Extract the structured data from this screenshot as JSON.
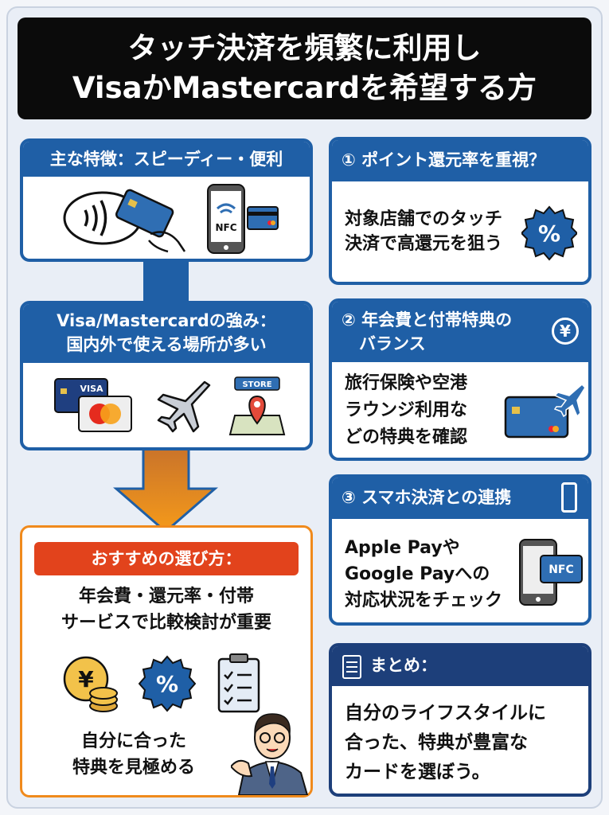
{
  "title": {
    "line1": "タッチ決済を頻繁に利用し",
    "line2": "VisaかMastercardを希望する方"
  },
  "left": {
    "feature": {
      "header": "主な特徴：スピーディー・便利",
      "nfc_label": "NFC"
    },
    "strength": {
      "header_line1": "Visa/Mastercardの強み：",
      "header_line2": "国内外で使える場所が多い",
      "visa_label": "VISA",
      "store_label": "STORE"
    },
    "recommend": {
      "label": "おすすめの選び方：",
      "text_line1": "年会費・還元率・付帯",
      "text_line2": "サービスで比較検討が重要",
      "bottom_line1": "自分に合った",
      "bottom_line2": "特典を見極める",
      "yen": "¥",
      "percent": "%"
    }
  },
  "right": {
    "point": {
      "header": "① ポイント還元率を重視？",
      "line1": "対象店舗でのタッチ",
      "line2": "決済で高還元を狙う",
      "percent": "%"
    },
    "fee": {
      "header_line1": "② 年会費と付帯特典の",
      "header_line2": "バランス",
      "yen": "¥",
      "line1": "旅行保険や空港",
      "line2": "ラウンジ利用な",
      "line3": "どの特典を確認"
    },
    "smartphone": {
      "header": "③ スマホ決済との連携",
      "line1": "Apple Payや",
      "line2": "Google Payへの",
      "line3": "対応状況をチェック",
      "nfc_label": "NFC"
    },
    "summary": {
      "header": "まとめ：",
      "line1": "自分のライフスタイルに",
      "line2": "合った、特典が豊富な",
      "line3": "カードを選ぼう。"
    }
  },
  "colors": {
    "blue": "#1f5fa6",
    "navy": "#1d3f7a",
    "orange": "#f08a1c",
    "red": "#e2431c",
    "title_bg": "#0b0b0b"
  }
}
